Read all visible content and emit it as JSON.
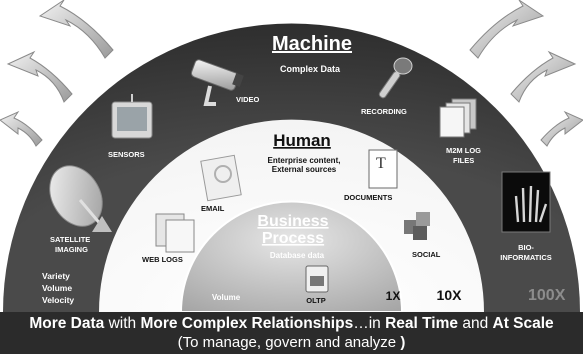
{
  "machine": {
    "title": "Machine",
    "subtitle": "Complex Data",
    "labels": {
      "video": "VIDEO",
      "recording": "RECORDING",
      "sensors": "SENSORS",
      "m2m_line1": "M2M LOG",
      "m2m_line2": "FILES",
      "satellite_line1": "SATELLITE",
      "satellite_line2": "IMAGING",
      "bio_line1": "BIO-",
      "bio_line2": "INFORMATICS"
    },
    "scale": "100X"
  },
  "human": {
    "title": "Human",
    "subtitle_line1": "Enterprise content,",
    "subtitle_line2": "External sources",
    "labels": {
      "email": "EMAIL",
      "documents": "DOCUMENTS",
      "web_logs": "WEB LOGS",
      "social": "SOCIAL"
    },
    "scale": "10X"
  },
  "business": {
    "title_line1": "Business",
    "title_line2": "Process",
    "subtitle": "Database data",
    "oltp": "OLTP",
    "scale": "1X"
  },
  "dimensions": {
    "variety": "Variety",
    "volume": "Volume",
    "velocity": "Velocity",
    "volume_axis": "Volume"
  },
  "banner": {
    "p1": "More Data",
    "p2": " with ",
    "p3": "More Complex Relationships",
    "p4": "…in ",
    "p5": "Real Time",
    "p6": " and ",
    "p7": "At Scale",
    "line2_a": "(To manage, govern and analyze ",
    "line2_b": ")"
  }
}
